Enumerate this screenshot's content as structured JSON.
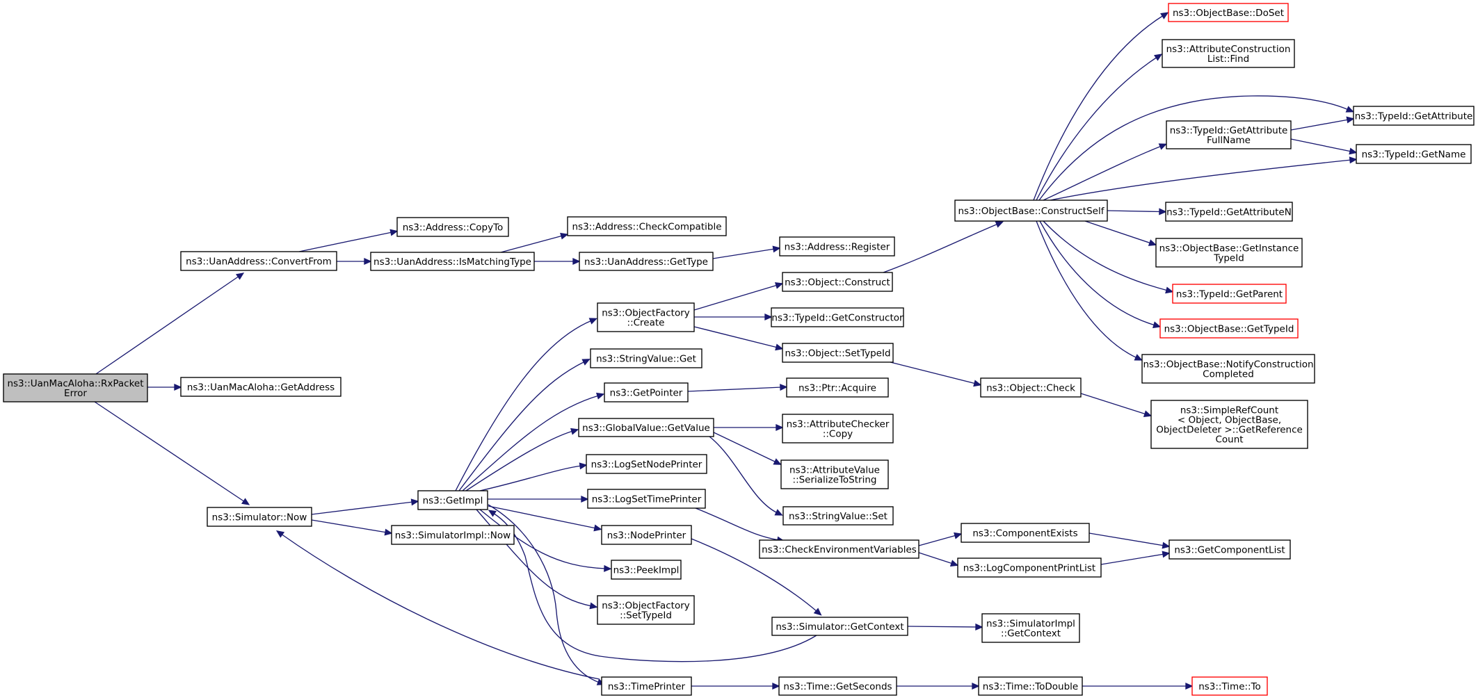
{
  "nodes": [
    {
      "id": "root",
      "lines": [
        "ns3::UanMacAloha::RxPacket",
        "Error"
      ],
      "style": "root"
    },
    {
      "id": "convertfrom",
      "lines": [
        "ns3::UanAddress::ConvertFrom"
      ]
    },
    {
      "id": "getaddress",
      "lines": [
        "ns3::UanMacAloha::GetAddress"
      ]
    },
    {
      "id": "simnow",
      "lines": [
        "ns3::Simulator::Now"
      ]
    },
    {
      "id": "copyto",
      "lines": [
        "ns3::Address::CopyTo"
      ]
    },
    {
      "id": "ismatching",
      "lines": [
        "ns3::UanAddress::IsMatchingType"
      ]
    },
    {
      "id": "checkcompat",
      "lines": [
        "ns3::Address::CheckCompatible"
      ]
    },
    {
      "id": "uangettype",
      "lines": [
        "ns3::UanAddress::GetType"
      ]
    },
    {
      "id": "addrregister",
      "lines": [
        "ns3::Address::Register"
      ]
    },
    {
      "id": "getimpl",
      "lines": [
        "ns3::GetImpl"
      ]
    },
    {
      "id": "simimplnow",
      "lines": [
        "ns3::SimulatorImpl::Now"
      ]
    },
    {
      "id": "ofcreate",
      "lines": [
        "ns3::ObjectFactory",
        "::Create"
      ]
    },
    {
      "id": "svget",
      "lines": [
        "ns3::StringValue::Get"
      ]
    },
    {
      "id": "getpointer",
      "lines": [
        "ns3::GetPointer"
      ]
    },
    {
      "id": "gvgetvalue",
      "lines": [
        "ns3::GlobalValue::GetValue"
      ]
    },
    {
      "id": "lognodeprinter",
      "lines": [
        "ns3::LogSetNodePrinter"
      ]
    },
    {
      "id": "logtimeprinter",
      "lines": [
        "ns3::LogSetTimePrinter"
      ]
    },
    {
      "id": "nodeprinter",
      "lines": [
        "ns3::NodePrinter"
      ]
    },
    {
      "id": "peekimpl",
      "lines": [
        "ns3::PeekImpl"
      ]
    },
    {
      "id": "ofsettypeid",
      "lines": [
        "ns3::ObjectFactory",
        "::SetTypeId"
      ]
    },
    {
      "id": "timeprinter",
      "lines": [
        "ns3::TimePrinter"
      ]
    },
    {
      "id": "objconstruct",
      "lines": [
        "ns3::Object::Construct"
      ]
    },
    {
      "id": "tidgetctor",
      "lines": [
        "ns3::TypeId::GetConstructor"
      ]
    },
    {
      "id": "objsettypeid",
      "lines": [
        "ns3::Object::SetTypeId"
      ]
    },
    {
      "id": "ptracquire",
      "lines": [
        "ns3::Ptr::Acquire"
      ]
    },
    {
      "id": "accopy",
      "lines": [
        "ns3::AttributeChecker",
        "::Copy"
      ]
    },
    {
      "id": "avserialize",
      "lines": [
        "ns3::AttributeValue",
        "::SerializeToString"
      ]
    },
    {
      "id": "svset",
      "lines": [
        "ns3::StringValue::Set"
      ]
    },
    {
      "id": "checkenv",
      "lines": [
        "ns3::CheckEnvironmentVariables"
      ]
    },
    {
      "id": "simgetctx",
      "lines": [
        "ns3::Simulator::GetContext"
      ]
    },
    {
      "id": "timegetsec",
      "lines": [
        "ns3::Time::GetSeconds"
      ]
    },
    {
      "id": "obconstructself",
      "lines": [
        "ns3::ObjectBase::ConstructSelf"
      ]
    },
    {
      "id": "objcheck",
      "lines": [
        "ns3::Object::Check"
      ]
    },
    {
      "id": "compexists",
      "lines": [
        "ns3::ComponentExists"
      ]
    },
    {
      "id": "logcompprint",
      "lines": [
        "ns3::LogComponentPrintList"
      ]
    },
    {
      "id": "simimplgetctx",
      "lines": [
        "ns3::SimulatorImpl",
        "::GetContext"
      ]
    },
    {
      "id": "timetodouble",
      "lines": [
        "ns3::Time::ToDouble"
      ]
    },
    {
      "id": "obdoset",
      "lines": [
        "ns3::ObjectBase::DoSet"
      ],
      "style": "truncated"
    },
    {
      "id": "aclfind",
      "lines": [
        "ns3::AttributeConstruction",
        "List::Find"
      ]
    },
    {
      "id": "tidgetattrfull",
      "lines": [
        "ns3::TypeId::GetAttribute",
        "FullName"
      ]
    },
    {
      "id": "tidgetattrn",
      "lines": [
        "ns3::TypeId::GetAttributeN"
      ]
    },
    {
      "id": "obgetinsttid",
      "lines": [
        "ns3::ObjectBase::GetInstance",
        "TypeId"
      ]
    },
    {
      "id": "tidgetparent",
      "lines": [
        "ns3::TypeId::GetParent"
      ],
      "style": "truncated"
    },
    {
      "id": "obgettypeid",
      "lines": [
        "ns3::ObjectBase::GetTypeId"
      ],
      "style": "truncated"
    },
    {
      "id": "obnotify",
      "lines": [
        "ns3::ObjectBase::NotifyConstruction",
        "Completed"
      ]
    },
    {
      "id": "srcgetref",
      "lines": [
        "ns3::SimpleRefCount",
        "< Object, ObjectBase,",
        " ObjectDeleter >::GetReference",
        "Count"
      ]
    },
    {
      "id": "getcomplist",
      "lines": [
        "ns3::GetComponentList"
      ]
    },
    {
      "id": "timeto",
      "lines": [
        "ns3::Time::To"
      ],
      "style": "truncated"
    },
    {
      "id": "tidgetattr",
      "lines": [
        "ns3::TypeId::GetAttribute"
      ]
    },
    {
      "id": "tidgetname",
      "lines": [
        "ns3::TypeId::GetName"
      ]
    }
  ],
  "edges": [
    [
      "root",
      "convertfrom"
    ],
    [
      "root",
      "getaddress"
    ],
    [
      "root",
      "simnow"
    ],
    [
      "convertfrom",
      "copyto"
    ],
    [
      "convertfrom",
      "ismatching"
    ],
    [
      "ismatching",
      "checkcompat"
    ],
    [
      "ismatching",
      "uangettype"
    ],
    [
      "uangettype",
      "addrregister"
    ],
    [
      "simnow",
      "getimpl"
    ],
    [
      "simnow",
      "simimplnow"
    ],
    [
      "getimpl",
      "ofcreate"
    ],
    [
      "getimpl",
      "svget"
    ],
    [
      "getimpl",
      "getpointer"
    ],
    [
      "getimpl",
      "gvgetvalue"
    ],
    [
      "getimpl",
      "lognodeprinter"
    ],
    [
      "getimpl",
      "logtimeprinter"
    ],
    [
      "getimpl",
      "nodeprinter"
    ],
    [
      "getimpl",
      "peekimpl"
    ],
    [
      "getimpl",
      "ofsettypeid"
    ],
    [
      "getimpl",
      "timeprinter"
    ],
    [
      "ofcreate",
      "objconstruct"
    ],
    [
      "ofcreate",
      "tidgetctor"
    ],
    [
      "ofcreate",
      "objsettypeid"
    ],
    [
      "objconstruct",
      "obconstructself"
    ],
    [
      "objsettypeid",
      "objcheck"
    ],
    [
      "objcheck",
      "srcgetref"
    ],
    [
      "getpointer",
      "ptracquire"
    ],
    [
      "gvgetvalue",
      "accopy"
    ],
    [
      "gvgetvalue",
      "avserialize"
    ],
    [
      "gvgetvalue",
      "svset"
    ],
    [
      "logtimeprinter",
      "checkenv"
    ],
    [
      "checkenv",
      "compexists"
    ],
    [
      "checkenv",
      "logcompprint"
    ],
    [
      "compexists",
      "getcomplist"
    ],
    [
      "logcompprint",
      "getcomplist"
    ],
    [
      "nodeprinter",
      "simgetctx"
    ],
    [
      "simgetctx",
      "getimpl"
    ],
    [
      "simgetctx",
      "simimplgetctx"
    ],
    [
      "timeprinter",
      "simnow"
    ],
    [
      "timeprinter",
      "timegetsec"
    ],
    [
      "timegetsec",
      "timetodouble"
    ],
    [
      "timetodouble",
      "timeto"
    ],
    [
      "obconstructself",
      "obdoset"
    ],
    [
      "obconstructself",
      "aclfind"
    ],
    [
      "obconstructself",
      "tidgetattr"
    ],
    [
      "obconstructself",
      "tidgetattrfull"
    ],
    [
      "obconstructself",
      "tidgetname"
    ],
    [
      "obconstructself",
      "tidgetattrn"
    ],
    [
      "obconstructself",
      "obgetinsttid"
    ],
    [
      "obconstructself",
      "tidgetparent"
    ],
    [
      "obconstructself",
      "obgettypeid"
    ],
    [
      "obconstructself",
      "obnotify"
    ],
    [
      "tidgetattrfull",
      "tidgetattr"
    ],
    [
      "tidgetattrfull",
      "tidgetname"
    ]
  ]
}
